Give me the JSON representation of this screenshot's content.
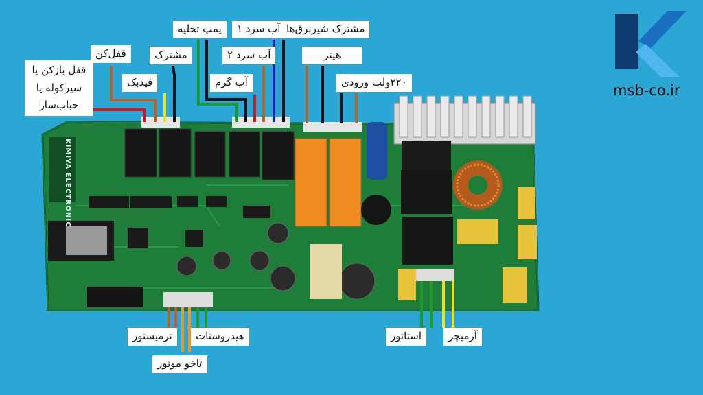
{
  "brand": {
    "site": "msb-co.ir",
    "logo_icon": "k-logo-icon",
    "logo_colors": [
      "#0d3b6e",
      "#1a6fc0",
      "#4fb6f0"
    ]
  },
  "board": {
    "silk_brand": "KIMIYA ELECTRONIC",
    "pcb_color": "#1f7d3a"
  },
  "labels": {
    "door_lock": [
      "قفل بازکن یا",
      "سیرکوله یا",
      "حباب‌ساز"
    ],
    "lock": "قفل‌کن",
    "feedback": "فیدبک",
    "common": "مشترک",
    "drain_pump": "پمپ تخلیه",
    "cold_water_1": "آب سرد ۱",
    "cold_water_2": "آب سرد ۲",
    "hot_water": "آب گرم",
    "softener_common": "مشترک شیربرق‌ها",
    "heater": "هیتر",
    "input_220v": "۲۲۰ولت ورودی",
    "thermistor": "ترمیستور",
    "hydrostat": "هیدروستات",
    "tacho_motor": "تاخو موتور",
    "stator": "استاتور",
    "armature": "آرمیچر"
  }
}
